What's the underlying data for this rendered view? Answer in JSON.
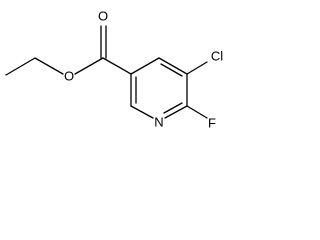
{
  "molecule": {
    "atoms": {
      "carbonyl_oxygen": "O",
      "ester_oxygen": "O",
      "chlorine": "Cl",
      "fluorine": "F",
      "ring_nitrogen": "N"
    }
  }
}
